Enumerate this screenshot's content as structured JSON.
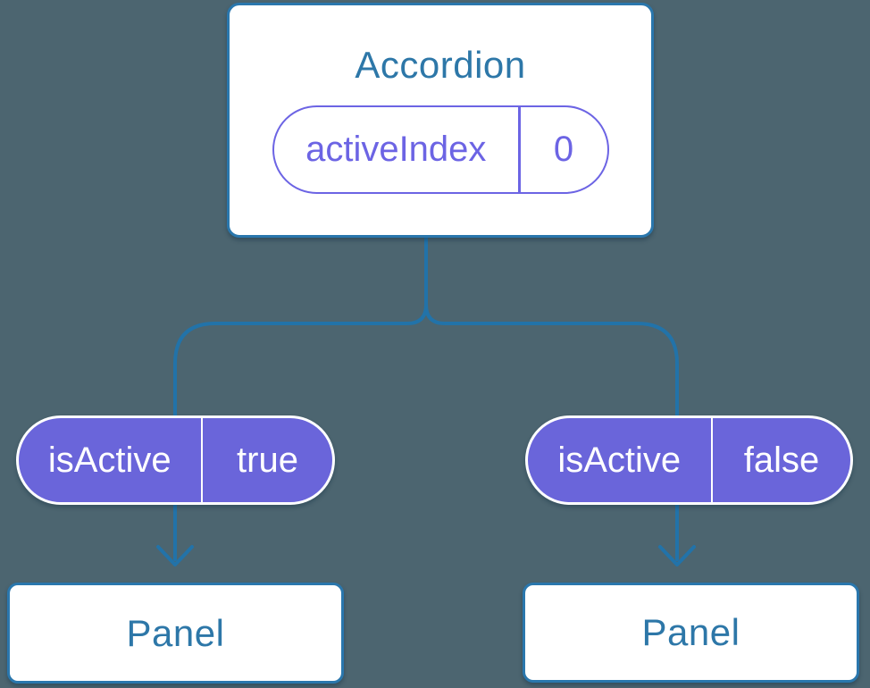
{
  "diagram": {
    "description": "Component tree showing state shared from an Accordion parent to two Panel children",
    "colors": {
      "background": "#4c6570",
      "node_fill": "#ffffff",
      "node_border_blue": "#2a77ad",
      "connector_blue": "#2273a9",
      "title_text_blue": "#2d77a8",
      "pill_fill_purple": "#6a65da",
      "pill_outline_purple": "#6c64e4",
      "pill_text_white": "#ffffff"
    },
    "root": {
      "title": "Accordion",
      "prop": {
        "name": "activeIndex",
        "value": "0"
      }
    },
    "children": [
      {
        "prop": {
          "name": "isActive",
          "value": "true"
        },
        "panel_title": "Panel"
      },
      {
        "prop": {
          "name": "isActive",
          "value": "false"
        },
        "panel_title": "Panel"
      }
    ]
  }
}
